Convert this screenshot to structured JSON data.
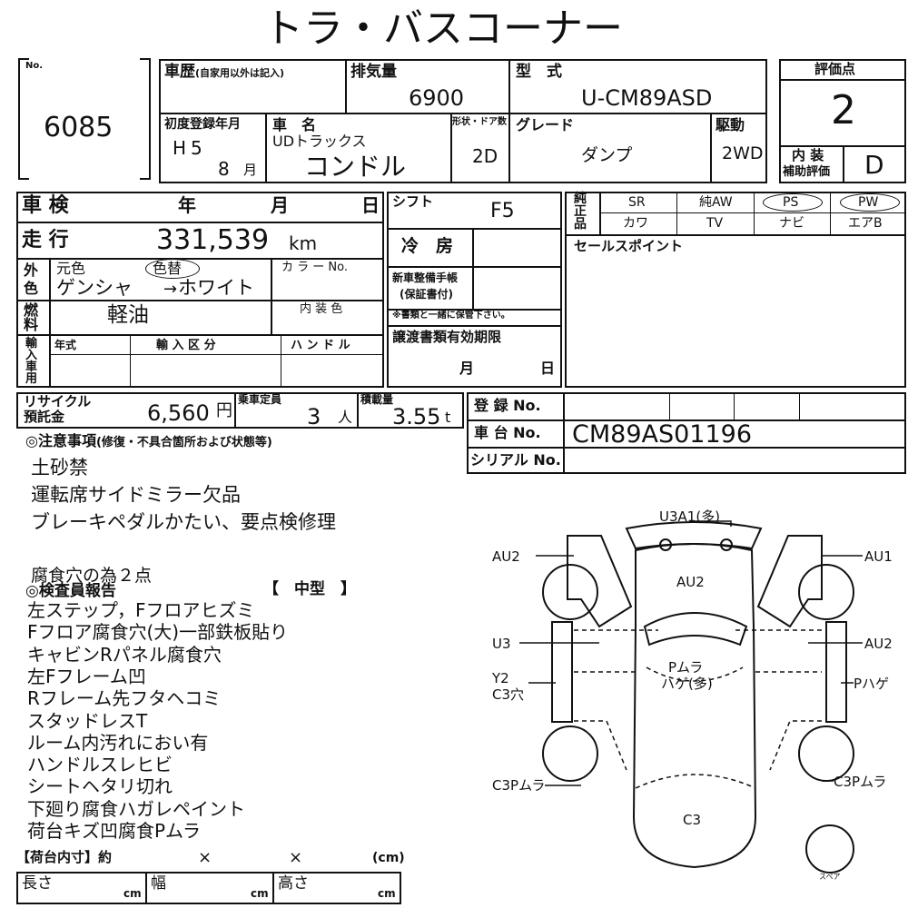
{
  "title": "トラ・バスコーナー",
  "lot": {
    "label": "No.",
    "value": "6085"
  },
  "history": {
    "label": "車歴",
    "note": "(自家用以外は記入)"
  },
  "displacement": {
    "label": "排気量",
    "value": "6900"
  },
  "model_type": {
    "label": "型　式",
    "value": "U-CM89ASD"
  },
  "score": {
    "label": "評価点",
    "value": "2"
  },
  "interior": {
    "label1": "内 装",
    "label2": "補助評価",
    "value": "D"
  },
  "first_reg": {
    "label": "初度登録年月",
    "era": "H",
    "year": "5",
    "month": "8",
    "month_unit": "月"
  },
  "car_name": {
    "label": "車　名",
    "maker": "UDトラックス",
    "name": "コンドル"
  },
  "doors": {
    "label": "形状・ドア数",
    "value": "2D"
  },
  "grade": {
    "label": "グレード",
    "value": "ダンプ"
  },
  "drive": {
    "label": "駆動",
    "value": "2WD"
  },
  "inspection": {
    "label": "車 検",
    "year": "年",
    "month": "月",
    "day": "日"
  },
  "shift": {
    "label": "シフト",
    "value": "F5"
  },
  "equipment": {
    "label_a": "純",
    "label_b": "正",
    "label_c": "品",
    "row1": [
      "SR",
      "純AW",
      "PS",
      "PW"
    ],
    "row2": [
      "カワ",
      "TV",
      "ナビ",
      "エアB"
    ]
  },
  "mileage": {
    "label": "走 行",
    "value": "331,539",
    "unit": "km"
  },
  "cooler": {
    "label": "冷　房"
  },
  "sales_point": {
    "label": "セールスポイント"
  },
  "exterior": {
    "label_a": "外",
    "label_b": "色",
    "orig_label": "元色",
    "repaint": "色替",
    "from": "ゲンシャ",
    "arrow": "→",
    "to": "ホワイト",
    "color_no": "カ ラ ー No."
  },
  "manual": {
    "line1": "新車整備手帳",
    "line2": "(保証書付)"
  },
  "fuel": {
    "label_a": "燃",
    "label_b": "料",
    "value": "軽油"
  },
  "interior_color": {
    "label": "内 装 色"
  },
  "keep_note": "※書類と一緒に保管下さい。",
  "import": {
    "label_a": "輸",
    "label_b": "入",
    "label_c": "車",
    "label_d": "用",
    "year": "年式",
    "category": "輸 入 区 分",
    "handle": "ハ ン ド ル"
  },
  "transfer": {
    "label": "譲渡書類有効期限",
    "month": "月",
    "day": "日"
  },
  "recycle": {
    "label1": "リサイクル",
    "label2": "預託金",
    "value": "6,560",
    "unit": "円"
  },
  "capacity": {
    "label": "乗車定員",
    "value": "3",
    "unit": "人"
  },
  "load": {
    "label": "積載量",
    "value": "3.55",
    "unit": "t"
  },
  "registration_no": {
    "label": "登 録 No."
  },
  "chassis_no": {
    "label": "車 台 No.",
    "value": "CM89AS01196"
  },
  "serial_no": {
    "label": "シリアル No."
  },
  "notes": {
    "header": "◎注意事項",
    "sub": "(修復・不具合箇所および状態等)",
    "lines": [
      "土砂禁",
      "運転席サイドミラー欠品",
      "ブレーキペダルかたい、要点検修理"
    ],
    "extra": "腐食穴の為２点"
  },
  "inspector": {
    "header": "◎検査員報告",
    "size": "【　中型　】",
    "lines": [
      "左ステップ，Fフロアヒズミ",
      "Fフロア腐食穴(大)一部鉄板貼り",
      "キャビンRパネル腐食穴",
      "左Fフレーム凹",
      "Rフレーム先フタヘコミ",
      "スタッドレスT",
      "ルーム内汚れにおい有",
      "ハンドルスレヒビ",
      "シートヘタリ切れ",
      "下廻り腐食ハガレペイント",
      "荷台キズ凹腐食Pムラ"
    ]
  },
  "cargo": {
    "label": "【荷台内寸】約",
    "x1": "×",
    "x2": "×",
    "unit": "(cm)",
    "length": "長さ",
    "width": "幅",
    "height": "高さ",
    "cm": "cm"
  },
  "diagram": {
    "top": "U3A1(多)",
    "au2_left": "AU2",
    "au1_right": "AU1",
    "au2_center": "AU2",
    "u3": "U3",
    "au2_right": "AU2",
    "p_mura": "Pムラ",
    "hage": "ハゲ(多)",
    "y2": "Y2",
    "c3ana": "C3穴",
    "p_hage": "Pハゲ",
    "c3p_left": "C3Pムラ",
    "c3p_right": "C3Pムラ",
    "c3_bottom": "C3",
    "spare": "スペア"
  }
}
